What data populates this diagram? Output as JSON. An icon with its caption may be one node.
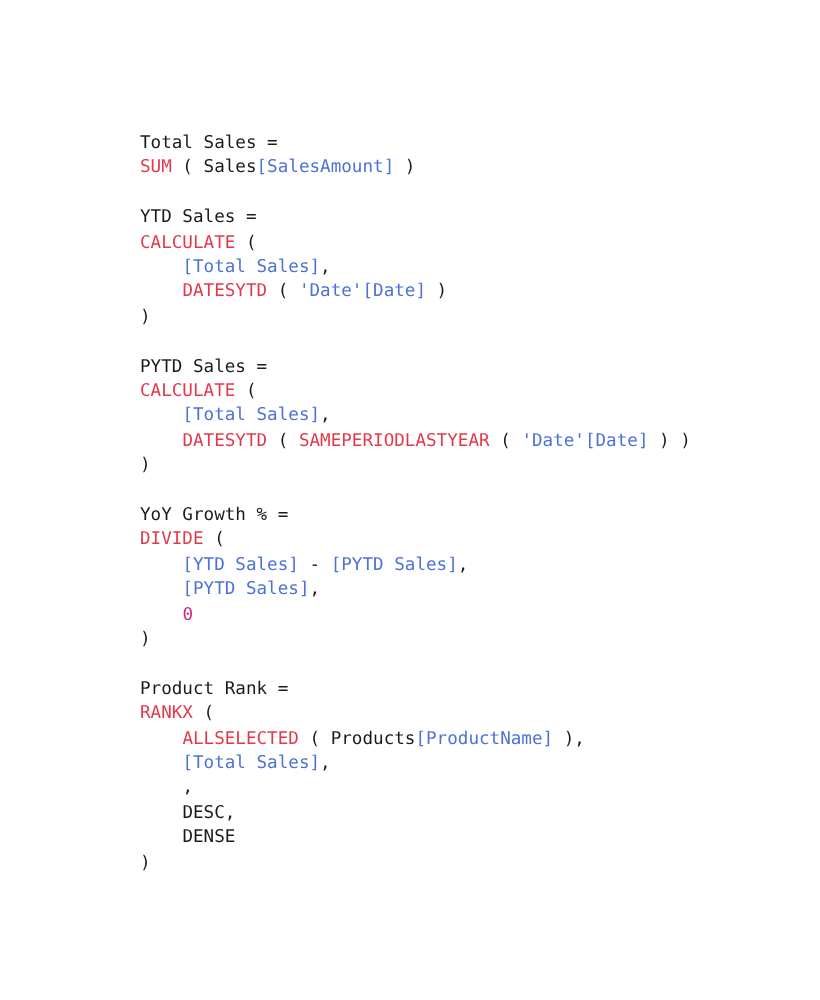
{
  "diagram": {
    "labels": [
      "Total Sales =",
      "SUM ( Sales[SalesAmount] )",
      "YTD Sales =",
      "CALCULATE (",
      "[Total Sales],",
      "DATESYTD ( 'Date'[Date] )",
      ")",
      "PYTD Sales =",
      "CALCULATE (",
      "[Total Sales],",
      "DATESYTD ( SAMEPERIODLASTYEAR ( 'Date'[Date] ) )",
      ")",
      "YoY Growth % =",
      "DIVIDE (",
      "[YTD Sales] - [PYTD Sales],",
      "[PYTD Sales],",
      "0",
      ")",
      "Product Rank =",
      "RANKX (",
      "ALLSELECTED ( Products[ProductName] ),",
      "[Total Sales],",
      ",",
      "DESC,",
      "DENSE",
      ")"
    ]
  }
}
